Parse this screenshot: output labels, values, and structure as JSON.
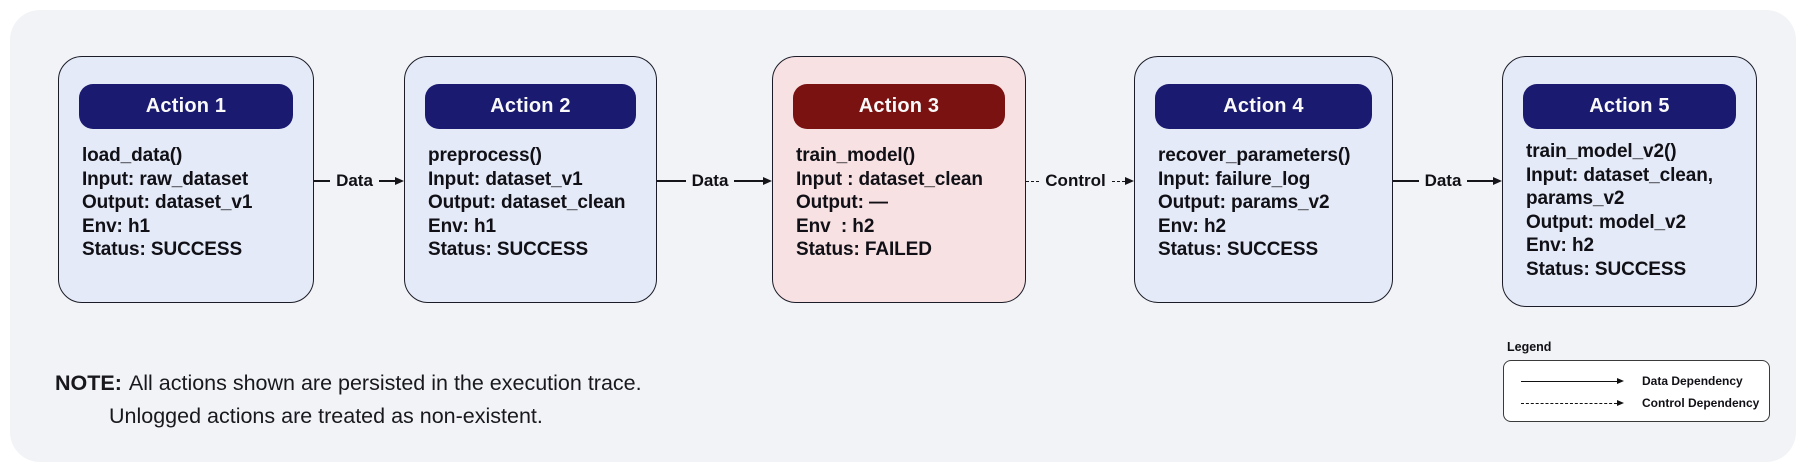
{
  "actions": [
    {
      "title": "Action 1",
      "status": "SUCCESS",
      "lines": [
        "load_data()",
        "Input: raw_dataset",
        "Output: dataset_v1",
        "Env: h1",
        "Status: SUCCESS"
      ]
    },
    {
      "title": "Action 2",
      "status": "SUCCESS",
      "lines": [
        "preprocess()",
        "Input: dataset_v1",
        "Output: dataset_clean",
        "Env: h1",
        "Status: SUCCESS"
      ]
    },
    {
      "title": "Action 3",
      "status": "FAILED",
      "lines": [
        "train_model()",
        "Input : dataset_clean",
        "Output: —",
        "Env  : h2",
        "Status: FAILED"
      ]
    },
    {
      "title": "Action 4",
      "status": "SUCCESS",
      "lines": [
        "recover_parameters()",
        "Input: failure_log",
        "Output: params_v2",
        "Env: h2",
        "Status: SUCCESS"
      ]
    },
    {
      "title": "Action 5",
      "status": "SUCCESS",
      "lines": [
        "train_model_v2()",
        "Input: dataset_clean,",
        "params_v2",
        "Output: model_v2",
        "Env: h2",
        "Status: SUCCESS"
      ]
    }
  ],
  "connectors": [
    {
      "label": "Data",
      "type": "data",
      "style": "solid"
    },
    {
      "label": "Data",
      "type": "data",
      "style": "solid"
    },
    {
      "label": "Control",
      "type": "control",
      "style": "dashed"
    },
    {
      "label": "Data",
      "type": "data",
      "style": "solid"
    }
  ],
  "note": {
    "prefix": "NOTE:",
    "line1": "All actions shown are persisted in the execution trace.",
    "line2": "Unlogged actions are treated as non-existent."
  },
  "legend": {
    "title": "Legend",
    "items": [
      {
        "label": "Data Dependency",
        "style": "solid"
      },
      {
        "label": "Control Dependency",
        "style": "dashed"
      }
    ]
  },
  "colors": {
    "canvas_bg": "#f2f3f6",
    "card_bg": "#e4eaf7",
    "card_failed_bg": "#f8e1e3",
    "header_navy": "#1a1a70",
    "header_red": "#7b1212",
    "text": "#101016",
    "arrow": "#15151a"
  }
}
